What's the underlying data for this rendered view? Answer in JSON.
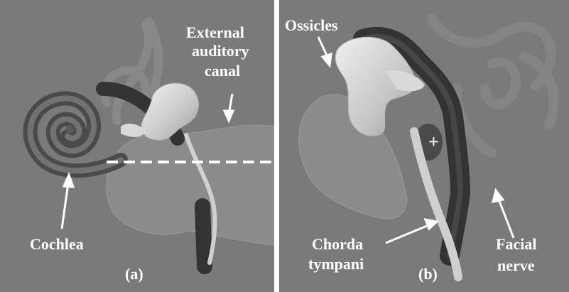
{
  "panel_a": {
    "label_external_line1": "External",
    "label_external_line2": "auditory",
    "label_external_line3": "canal",
    "label_cochlea": "Cochlea",
    "panel_tag": "(a)"
  },
  "panel_b": {
    "label_ossicles": "Ossicles",
    "label_chorda_line1": "Chorda",
    "label_chorda_line2": "tympani",
    "label_facial_line1": "Facial",
    "label_facial_line2": "nerve",
    "panel_tag": "(b)",
    "marker": "+"
  },
  "colors": {
    "background": "#7a7a7a",
    "divider": "#ffffff",
    "annotation": "#ffffff"
  }
}
